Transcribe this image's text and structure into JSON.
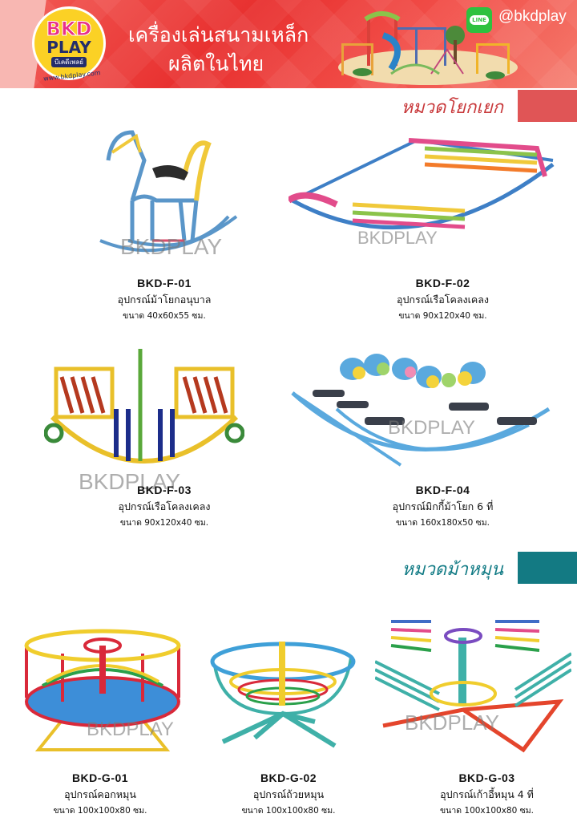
{
  "banner": {
    "brand_top": "BKD",
    "brand_bottom": "PLAY",
    "brand_thai": "บีเคดีเพลย์",
    "website": "www.bkdplay.com",
    "title_line1": "เครื่องเล่นสนามเหล็ก",
    "title_line2": "ผลิตในไทย",
    "line_icon_label": "LINE",
    "line_handle": "@bkdplay",
    "colors": {
      "banner_red": "#e8302f",
      "logo_yellow": "#fbd125",
      "line_green": "#2ec13f"
    }
  },
  "watermark": "BKDPLAY",
  "sections": [
    {
      "title": "หมวดโยกเยก",
      "accent": "#e05556",
      "products": [
        {
          "code": "BKD-F-01",
          "name": "อุปกรณ์ม้าโยกอนุบาล",
          "size": "ขนาด 40x60x55 ซม.",
          "image": "rocking-horse-image"
        },
        {
          "code": "BKD-F-02",
          "name": "อุปกรณ์เรือโคลงเคลง",
          "size": "ขนาด 90x120x40 ซม.",
          "image": "rocking-boat-image"
        },
        {
          "code": "BKD-F-03",
          "name": "อุปกรณ์เรือโคลงเคลง",
          "size": "ขนาด 90x120x40 ซม.",
          "image": "rocking-boat-bench-image"
        },
        {
          "code": "BKD-F-04",
          "name": "อุปกรณ์มิกกี้ม้าโยก 6 ที่",
          "size": "ขนาด 160x180x50 ซม.",
          "image": "six-seat-rocker-image"
        }
      ]
    },
    {
      "title": "หมวดม้าหมุน",
      "accent": "#137a83",
      "products": [
        {
          "code": "BKD-G-01",
          "name": "อุปกรณ์คอกหมุน",
          "size": "ขนาด 100x100x80 ซม.",
          "image": "merry-go-round-pen-image"
        },
        {
          "code": "BKD-G-02",
          "name": "อุปกรณ์ถ้วยหมุน",
          "size": "ขนาด 100x100x80 ซม.",
          "image": "spinning-cup-image"
        },
        {
          "code": "BKD-G-03",
          "name": "อุปกรณ์เก้าอี้หมุน 4 ที่",
          "size": "ขนาด 100x100x80 ซม.",
          "image": "four-seat-spinner-image"
        }
      ]
    }
  ]
}
